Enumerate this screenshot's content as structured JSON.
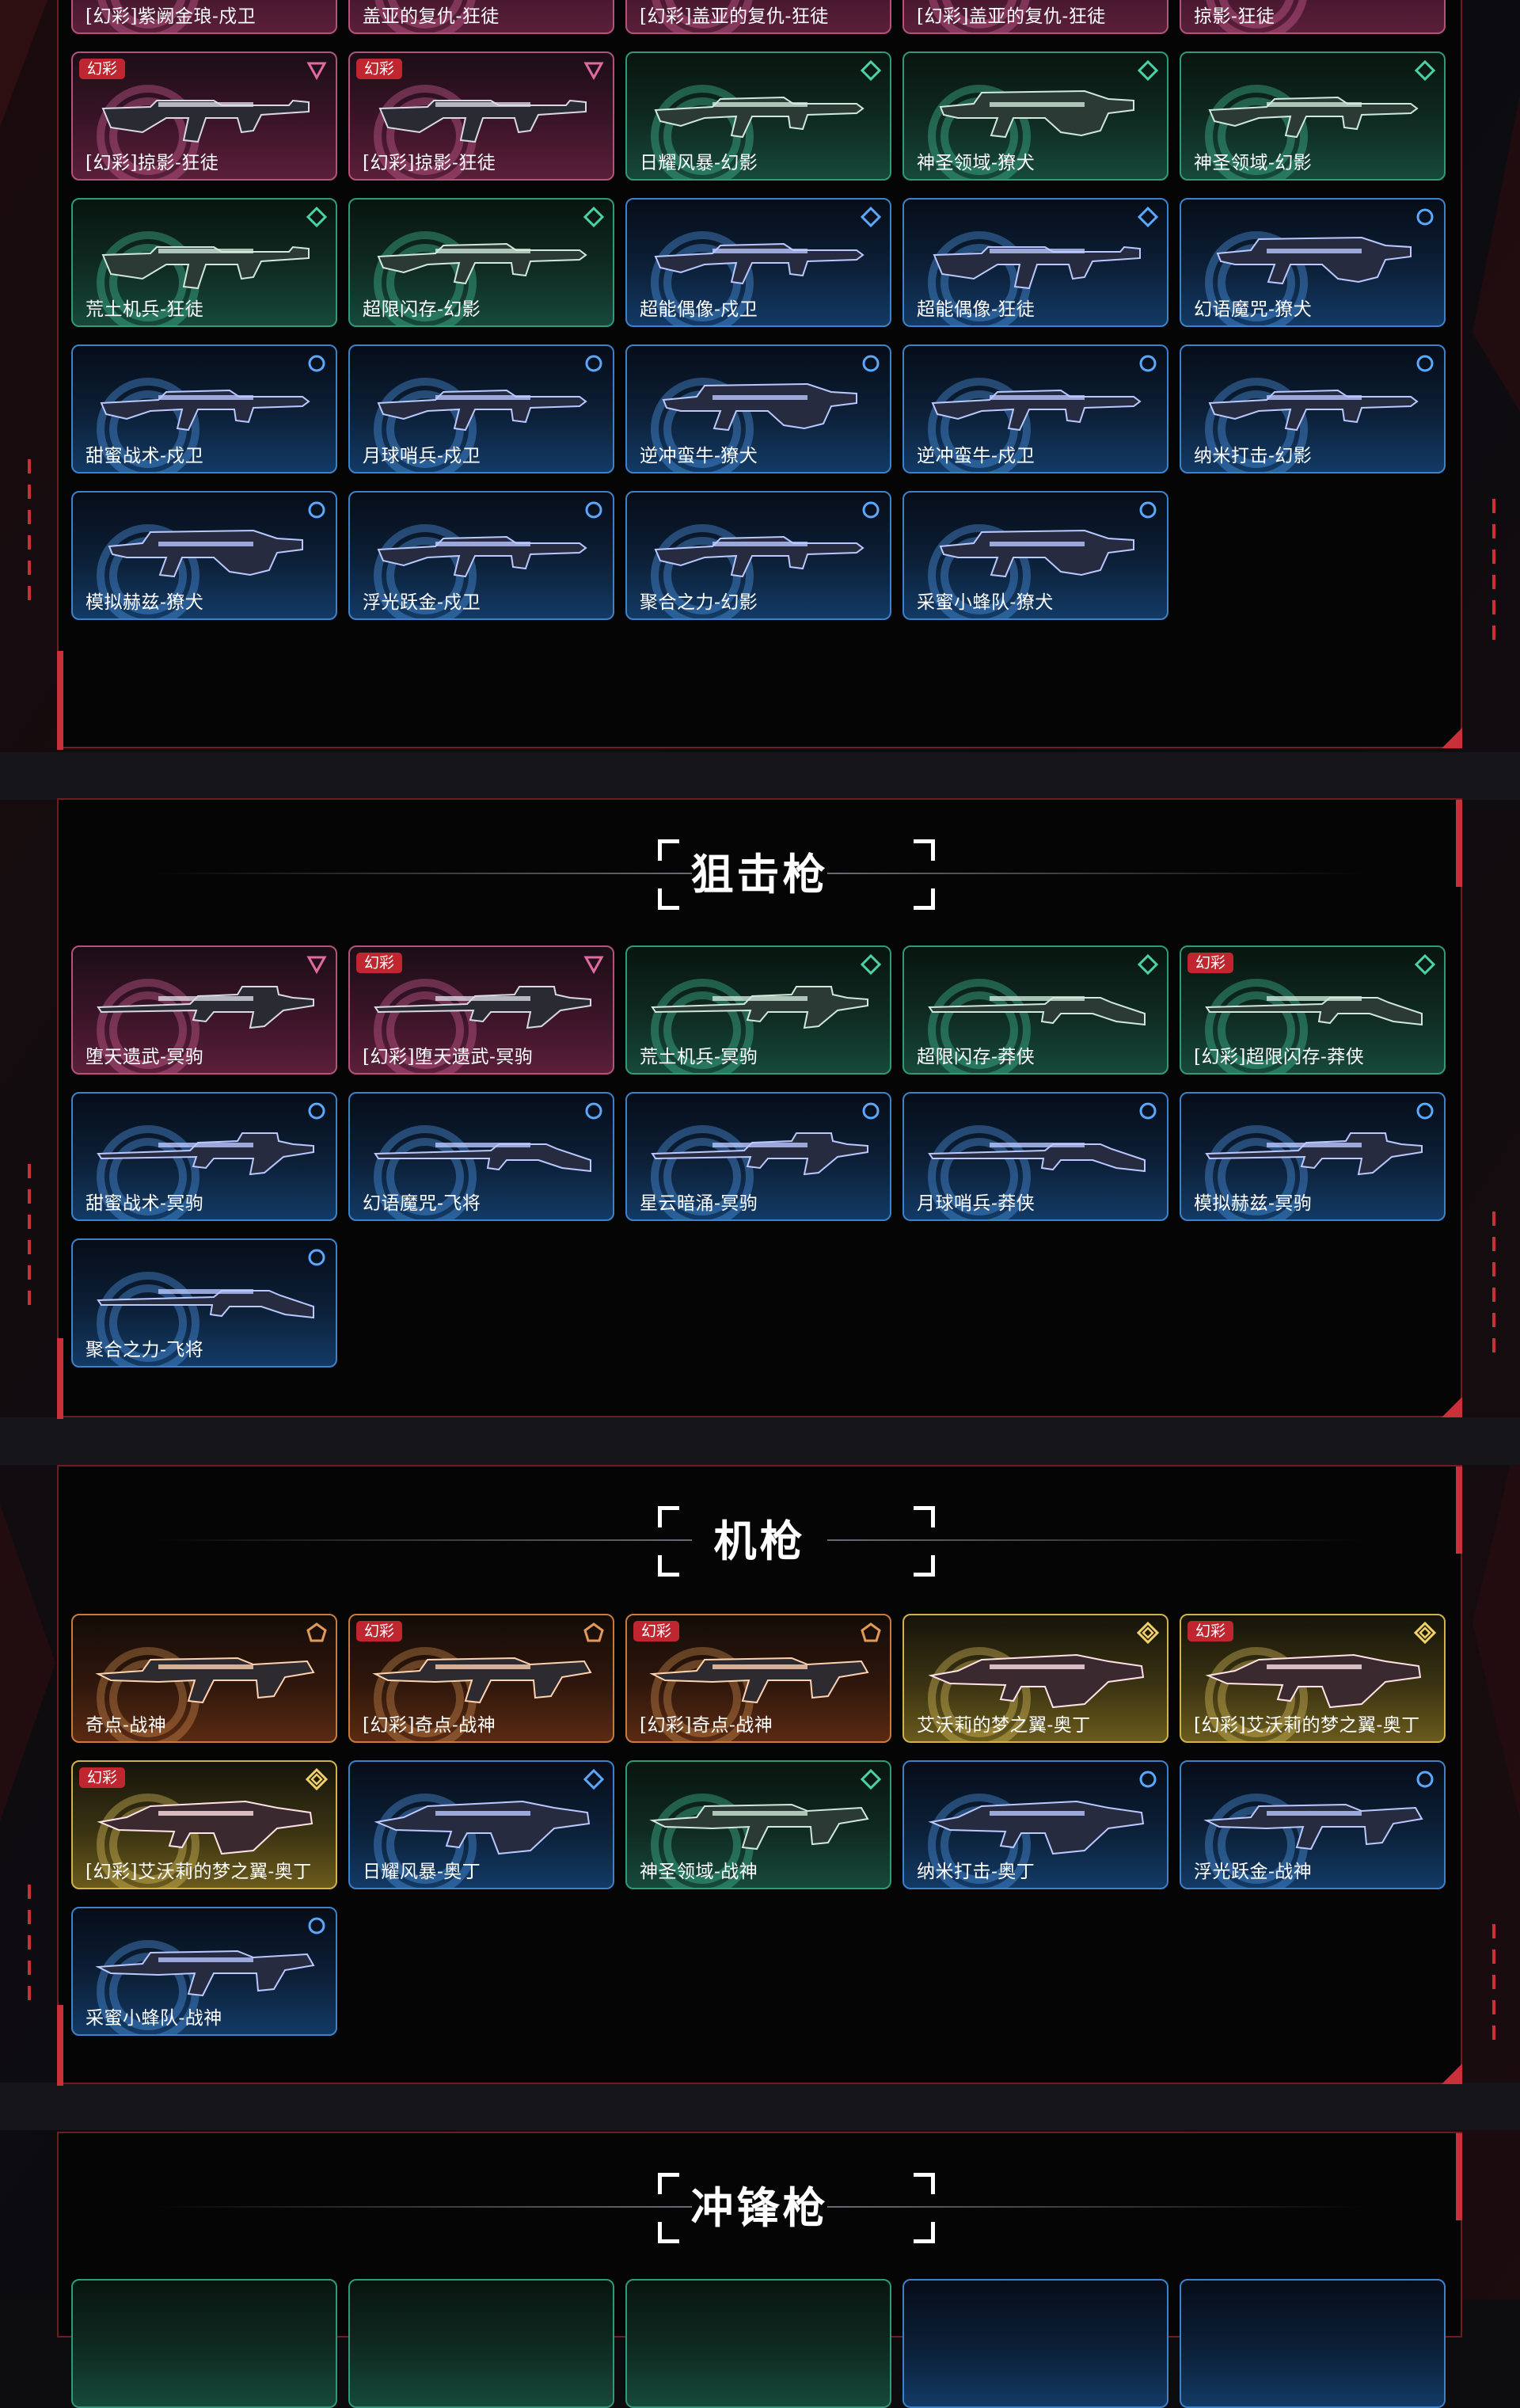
{
  "colors": {
    "accent_red": "#c8313a",
    "tier_pink": "#b4527c",
    "tier_green": "#2f9a7a",
    "tier_blue": "#3d82c9",
    "tier_orange": "#c77a3e",
    "tier_gold": "#d1b24a"
  },
  "badge_label": "幻彩",
  "rifles": {
    "items": [
      {
        "name": "[幻彩]紫阙金琅-戍卫",
        "tier": "pink",
        "badge": true,
        "icon": "triangle-icon",
        "gun": "rifle"
      },
      {
        "name": "盖亚的复仇-狂徒",
        "tier": "pink",
        "badge": false,
        "icon": "triangle-icon",
        "gun": "ak"
      },
      {
        "name": "[幻彩]盖亚的复仇-狂徒",
        "tier": "pink",
        "badge": true,
        "icon": "triangle-icon",
        "gun": "ak"
      },
      {
        "name": "[幻彩]盖亚的复仇-狂徒",
        "tier": "pink",
        "badge": true,
        "icon": "triangle-icon",
        "gun": "ak"
      },
      {
        "name": "掠影-狂徒",
        "tier": "pink",
        "badge": false,
        "icon": "triangle-icon",
        "gun": "ak"
      },
      {
        "name": "[幻彩]掠影-狂徒",
        "tier": "pink",
        "badge": true,
        "icon": "triangle-icon",
        "gun": "ak"
      },
      {
        "name": "[幻彩]掠影-狂徒",
        "tier": "pink",
        "badge": true,
        "icon": "triangle-icon",
        "gun": "ak"
      },
      {
        "name": "日耀风暴-幻影",
        "tier": "green",
        "badge": false,
        "icon": "diamond-icon",
        "gun": "rifle"
      },
      {
        "name": "神圣领域-獠犬",
        "tier": "green",
        "badge": false,
        "icon": "diamond-icon",
        "gun": "bullpup"
      },
      {
        "name": "神圣领域-幻影",
        "tier": "green",
        "badge": false,
        "icon": "diamond-icon",
        "gun": "rifle"
      },
      {
        "name": "荒土机兵-狂徒",
        "tier": "green",
        "badge": false,
        "icon": "diamond-icon",
        "gun": "ak"
      },
      {
        "name": "超限闪存-幻影",
        "tier": "green",
        "badge": false,
        "icon": "diamond-icon",
        "gun": "rifle"
      },
      {
        "name": "超能偶像-戍卫",
        "tier": "blue",
        "badge": false,
        "icon": "diamond-icon",
        "gun": "rifle"
      },
      {
        "name": "超能偶像-狂徒",
        "tier": "blue",
        "badge": false,
        "icon": "diamond-icon",
        "gun": "ak"
      },
      {
        "name": "幻语魔咒-獠犬",
        "tier": "blue",
        "badge": false,
        "icon": "circle-icon",
        "gun": "bullpup"
      },
      {
        "name": "甜蜜战术-戍卫",
        "tier": "blue",
        "badge": false,
        "icon": "circle-icon",
        "gun": "rifle"
      },
      {
        "name": "月球哨兵-戍卫",
        "tier": "blue",
        "badge": false,
        "icon": "circle-icon",
        "gun": "rifle"
      },
      {
        "name": "逆冲蛮牛-獠犬",
        "tier": "blue",
        "badge": false,
        "icon": "circle-icon",
        "gun": "bullpup"
      },
      {
        "name": "逆冲蛮牛-戍卫",
        "tier": "blue",
        "badge": false,
        "icon": "circle-icon",
        "gun": "rifle"
      },
      {
        "name": "纳米打击-幻影",
        "tier": "blue",
        "badge": false,
        "icon": "circle-icon",
        "gun": "rifle"
      },
      {
        "name": "模拟赫兹-獠犬",
        "tier": "blue",
        "badge": false,
        "icon": "circle-icon",
        "gun": "bullpup"
      },
      {
        "name": "浮光跃金-戍卫",
        "tier": "blue",
        "badge": false,
        "icon": "circle-icon",
        "gun": "rifle"
      },
      {
        "name": "聚合之力-幻影",
        "tier": "blue",
        "badge": false,
        "icon": "circle-icon",
        "gun": "rifle"
      },
      {
        "name": "采蜜小蜂队-獠犬",
        "tier": "blue",
        "badge": false,
        "icon": "circle-icon",
        "gun": "bullpup"
      }
    ]
  },
  "snipers": {
    "title": "狙击枪",
    "items": [
      {
        "name": "堕天遗武-冥驹",
        "tier": "pink",
        "badge": false,
        "icon": "triangle-icon",
        "gun": "sniper"
      },
      {
        "name": "[幻彩]堕天遗武-冥驹",
        "tier": "pink",
        "badge": true,
        "icon": "triangle-icon",
        "gun": "sniper"
      },
      {
        "name": "荒土机兵-冥驹",
        "tier": "green",
        "badge": false,
        "icon": "diamond-icon",
        "gun": "sniper"
      },
      {
        "name": "超限闪存-莽侠",
        "tier": "green",
        "badge": false,
        "icon": "diamond-icon",
        "gun": "marshal"
      },
      {
        "name": "[幻彩]超限闪存-莽侠",
        "tier": "green",
        "badge": true,
        "icon": "diamond-icon",
        "gun": "marshal"
      },
      {
        "name": "甜蜜战术-冥驹",
        "tier": "blue",
        "badge": false,
        "icon": "circle-icon",
        "gun": "sniper"
      },
      {
        "name": "幻语魔咒-飞将",
        "tier": "blue",
        "badge": false,
        "icon": "circle-icon",
        "gun": "marshal"
      },
      {
        "name": "星云暗涌-冥驹",
        "tier": "blue",
        "badge": false,
        "icon": "circle-icon",
        "gun": "sniper"
      },
      {
        "name": "月球哨兵-莽侠",
        "tier": "blue",
        "badge": false,
        "icon": "circle-icon",
        "gun": "marshal"
      },
      {
        "name": "模拟赫兹-冥驹",
        "tier": "blue",
        "badge": false,
        "icon": "circle-icon",
        "gun": "sniper"
      },
      {
        "name": "聚合之力-飞将",
        "tier": "blue",
        "badge": false,
        "icon": "circle-icon",
        "gun": "marshal"
      }
    ]
  },
  "machineguns": {
    "title": "机枪",
    "items": [
      {
        "name": "奇点-战神",
        "tier": "orange",
        "badge": false,
        "icon": "pentagon-icon",
        "gun": "lmg"
      },
      {
        "name": "[幻彩]奇点-战神",
        "tier": "orange",
        "badge": true,
        "icon": "pentagon-icon",
        "gun": "lmg"
      },
      {
        "name": "[幻彩]奇点-战神",
        "tier": "orange",
        "badge": true,
        "icon": "pentagon-icon",
        "gun": "lmg"
      },
      {
        "name": "艾沃莉的梦之翼-奥丁",
        "tier": "gold",
        "badge": false,
        "icon": "gem-icon",
        "gun": "odin"
      },
      {
        "name": "[幻彩]艾沃莉的梦之翼-奥丁",
        "tier": "gold",
        "badge": true,
        "icon": "gem-icon",
        "gun": "odin"
      },
      {
        "name": "[幻彩]艾沃莉的梦之翼-奥丁",
        "tier": "gold",
        "badge": true,
        "icon": "gem-icon",
        "gun": "odin"
      },
      {
        "name": "日耀风暴-奥丁",
        "tier": "blue",
        "badge": false,
        "icon": "diamond-icon",
        "gun": "odin"
      },
      {
        "name": "神圣领域-战神",
        "tier": "green",
        "badge": false,
        "icon": "diamond-icon",
        "gun": "lmg"
      },
      {
        "name": "纳米打击-奥丁",
        "tier": "blue",
        "badge": false,
        "icon": "circle-icon",
        "gun": "odin"
      },
      {
        "name": "浮光跃金-战神",
        "tier": "blue",
        "badge": false,
        "icon": "circle-icon",
        "gun": "lmg"
      },
      {
        "name": "采蜜小蜂队-战神",
        "tier": "blue",
        "badge": false,
        "icon": "circle-icon",
        "gun": "lmg"
      }
    ]
  },
  "smgs": {
    "title": "冲锋枪"
  }
}
